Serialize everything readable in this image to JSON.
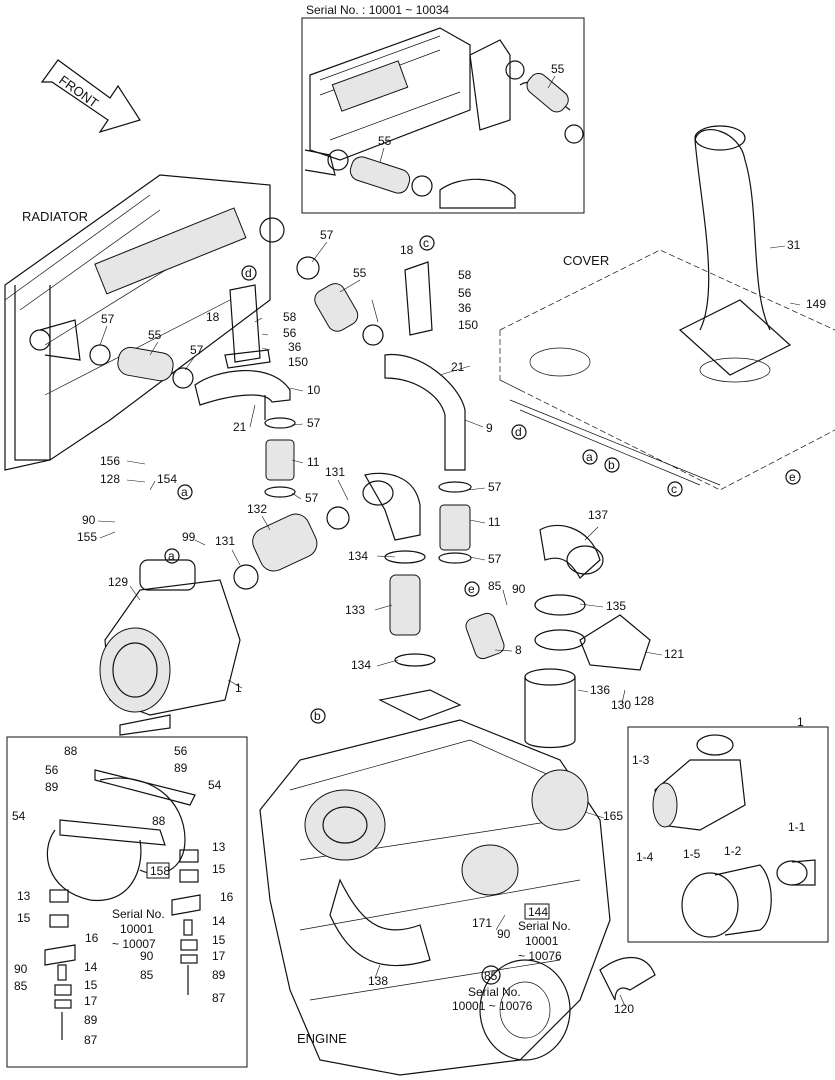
{
  "headings": {
    "radiator": "RADIATOR",
    "cover": "COVER",
    "engine": "ENGINE",
    "front": "FRONT",
    "inset_serial": "Serial No. : 10001 ~ 10034"
  },
  "callouts": [
    {
      "id": "c-55-top-a",
      "text": "55"
    },
    {
      "id": "c-55-top-b",
      "text": "55"
    },
    {
      "id": "c-57-a",
      "text": "57"
    },
    {
      "id": "c-55-a",
      "text": "55"
    },
    {
      "id": "c-18-a",
      "text": "18"
    },
    {
      "id": "c-58-a",
      "text": "58"
    },
    {
      "id": "c-56-a",
      "text": "56"
    },
    {
      "id": "c-36-a",
      "text": "36"
    },
    {
      "id": "c-150-a",
      "text": "150"
    },
    {
      "id": "c-21-a",
      "text": "21"
    },
    {
      "id": "c-9",
      "text": "9"
    },
    {
      "id": "c-57-b",
      "text": "57"
    },
    {
      "id": "c-55-b",
      "text": "55"
    },
    {
      "id": "c-57-c",
      "text": "57"
    },
    {
      "id": "c-18-b",
      "text": "18"
    },
    {
      "id": "c-58-b",
      "text": "58"
    },
    {
      "id": "c-56-b",
      "text": "56"
    },
    {
      "id": "c-36-b",
      "text": "36"
    },
    {
      "id": "c-150-b",
      "text": "150"
    },
    {
      "id": "c-10",
      "text": "10"
    },
    {
      "id": "c-21-b",
      "text": "21"
    },
    {
      "id": "c-57-d",
      "text": "57"
    },
    {
      "id": "c-11-a",
      "text": "11"
    },
    {
      "id": "c-57-e",
      "text": "57"
    },
    {
      "id": "c-31",
      "text": "31"
    },
    {
      "id": "c-149",
      "text": "149"
    },
    {
      "id": "c-156",
      "text": "156"
    },
    {
      "id": "c-128-a",
      "text": "128"
    },
    {
      "id": "c-154",
      "text": "154"
    },
    {
      "id": "c-90-a",
      "text": "90"
    },
    {
      "id": "c-155",
      "text": "155"
    },
    {
      "id": "c-99",
      "text": "99"
    },
    {
      "id": "c-131-a",
      "text": "131"
    },
    {
      "id": "c-132",
      "text": "132"
    },
    {
      "id": "c-131-b",
      "text": "131"
    },
    {
      "id": "c-57-f",
      "text": "57"
    },
    {
      "id": "c-11-b",
      "text": "11"
    },
    {
      "id": "c-134-a",
      "text": "134"
    },
    {
      "id": "c-57-g",
      "text": "57"
    },
    {
      "id": "c-137",
      "text": "137"
    },
    {
      "id": "c-129",
      "text": "129"
    },
    {
      "id": "c-133",
      "text": "133"
    },
    {
      "id": "c-85-a",
      "text": "85"
    },
    {
      "id": "c-90-b",
      "text": "90"
    },
    {
      "id": "c-135",
      "text": "135"
    },
    {
      "id": "c-8",
      "text": "8"
    },
    {
      "id": "c-121",
      "text": "121"
    },
    {
      "id": "c-134-b",
      "text": "134"
    },
    {
      "id": "c-136",
      "text": "136"
    },
    {
      "id": "c-1-a",
      "text": "1"
    },
    {
      "id": "c-130",
      "text": "130"
    },
    {
      "id": "c-128-b",
      "text": "128"
    },
    {
      "id": "c-1-b",
      "text": "1"
    },
    {
      "id": "c-1-3",
      "text": "1-3"
    },
    {
      "id": "c-1-1",
      "text": "1-1"
    },
    {
      "id": "c-1-5",
      "text": "1-5"
    },
    {
      "id": "c-1-2",
      "text": "1-2"
    },
    {
      "id": "c-1-4",
      "text": "1-4"
    },
    {
      "id": "c-165",
      "text": "165"
    },
    {
      "id": "c-88-a",
      "text": "88"
    },
    {
      "id": "c-56-c",
      "text": "56"
    },
    {
      "id": "c-56-d",
      "text": "56"
    },
    {
      "id": "c-89-a",
      "text": "89"
    },
    {
      "id": "c-89-b",
      "text": "89"
    },
    {
      "id": "c-54-a",
      "text": "54"
    },
    {
      "id": "c-54-b",
      "text": "54"
    },
    {
      "id": "c-88-b",
      "text": "88"
    },
    {
      "id": "c-13-a",
      "text": "13"
    },
    {
      "id": "c-15-a",
      "text": "15"
    },
    {
      "id": "c-16-a",
      "text": "16"
    },
    {
      "id": "c-13-b",
      "text": "13"
    },
    {
      "id": "c-15-b",
      "text": "15"
    },
    {
      "id": "c-14-a",
      "text": "14"
    },
    {
      "id": "c-15-c",
      "text": "15"
    },
    {
      "id": "c-16-b",
      "text": "16"
    },
    {
      "id": "c-90-c",
      "text": "90"
    },
    {
      "id": "c-17-a",
      "text": "17"
    },
    {
      "id": "c-85-b",
      "text": "85"
    },
    {
      "id": "c-89-c",
      "text": "89"
    },
    {
      "id": "c-87-a",
      "text": "87"
    },
    {
      "id": "c-90-d",
      "text": "90"
    },
    {
      "id": "c-14-b",
      "text": "14"
    },
    {
      "id": "c-85-c",
      "text": "85"
    },
    {
      "id": "c-15-d",
      "text": "15"
    },
    {
      "id": "c-17-b",
      "text": "17"
    },
    {
      "id": "c-89-d",
      "text": "89"
    },
    {
      "id": "c-87-b",
      "text": "87"
    },
    {
      "id": "c-171",
      "text": "171"
    },
    {
      "id": "c-90-e",
      "text": "90"
    },
    {
      "id": "c-138",
      "text": "138"
    },
    {
      "id": "c-120",
      "text": "120"
    }
  ],
  "serial_notes": {
    "n158": {
      "box": "158",
      "line1": "Serial No.",
      "line2": "10001",
      "line3": "~ 10007"
    },
    "n144": {
      "box": "144",
      "line1": "Serial No.",
      "line2": "10001",
      "line3": "~ 10076"
    },
    "n85": {
      "circle": "85",
      "line1": "Serial No.",
      "line2": "10001 ~ 10076"
    }
  },
  "letter_refs": [
    {
      "id": "a1",
      "text": "a"
    },
    {
      "id": "a2",
      "text": "a"
    },
    {
      "id": "a3",
      "text": "a"
    },
    {
      "id": "b1",
      "text": "b"
    },
    {
      "id": "b2",
      "text": "b"
    },
    {
      "id": "c1",
      "text": "c"
    },
    {
      "id": "c2",
      "text": "c"
    },
    {
      "id": "d1",
      "text": "d"
    },
    {
      "id": "d2",
      "text": "d"
    },
    {
      "id": "e1",
      "text": "e"
    },
    {
      "id": "e2",
      "text": "e"
    }
  ]
}
